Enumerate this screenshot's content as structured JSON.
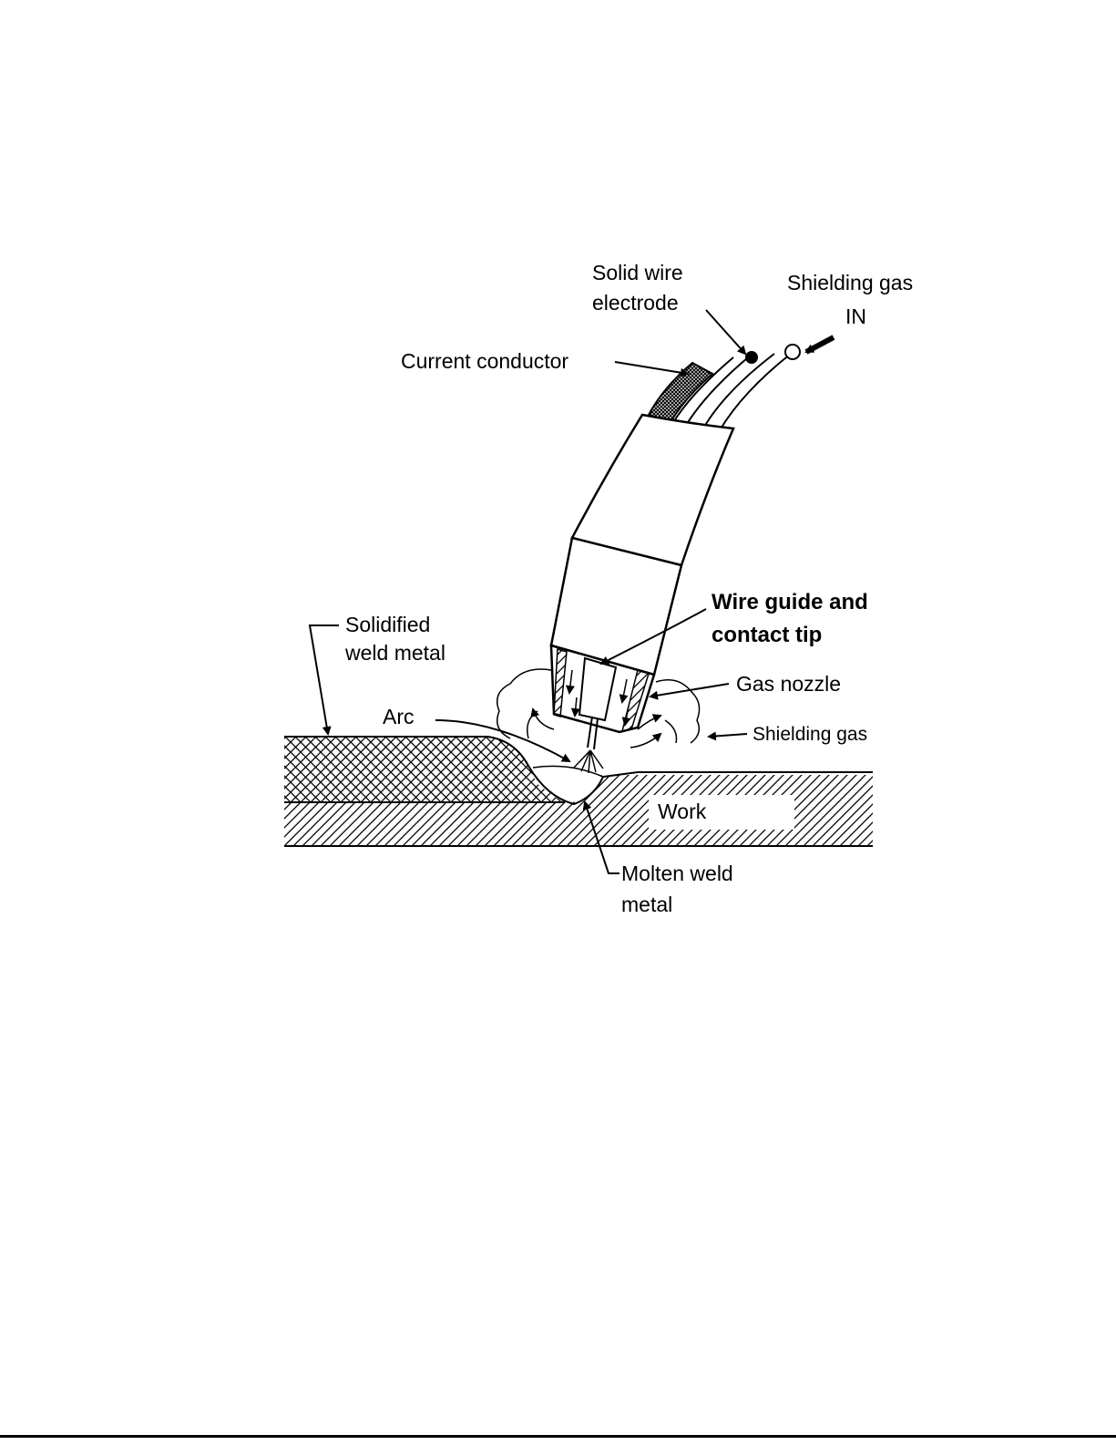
{
  "labels": {
    "solid_wire_line1": "Solid wire",
    "solid_wire_line2": "electrode",
    "shielding_gas_in_line1": "Shielding gas",
    "shielding_gas_in_line2": "IN",
    "current_conductor": "Current conductor",
    "wire_guide_line1": "Wire guide and",
    "wire_guide_line2": "contact tip",
    "gas_nozzle": "Gas nozzle",
    "shielding_gas": "Shielding gas",
    "solidified_line1": "Solidified",
    "solidified_line2": "weld metal",
    "arc": "Arc",
    "work": "Work",
    "molten_line1": "Molten weld",
    "molten_line2": "metal"
  }
}
